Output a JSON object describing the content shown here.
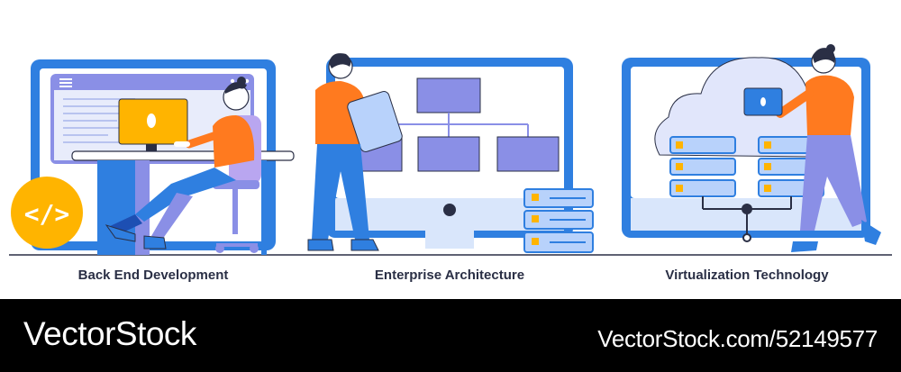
{
  "captions": {
    "left": "Back End Development",
    "center": "Enterprise Architecture",
    "right": "Virtualization Technology"
  },
  "code_badge_text": "</>",
  "footer": {
    "brand": "VectorStock",
    "stock_id": "VectorStock.com/52149577"
  },
  "colors": {
    "primary_blue": "#2f7fe0",
    "light_blue": "#d9e6fb",
    "lavender": "#8a8fe6",
    "orange": "#ff7a1f",
    "yellow": "#ffb400",
    "dark_text": "#2a2f45",
    "footer_bg": "#000000"
  },
  "icons": [
    "code-icon",
    "server-rack-icon",
    "cloud-icon",
    "laptop-icon",
    "hierarchy-icon",
    "monitor-icon"
  ]
}
